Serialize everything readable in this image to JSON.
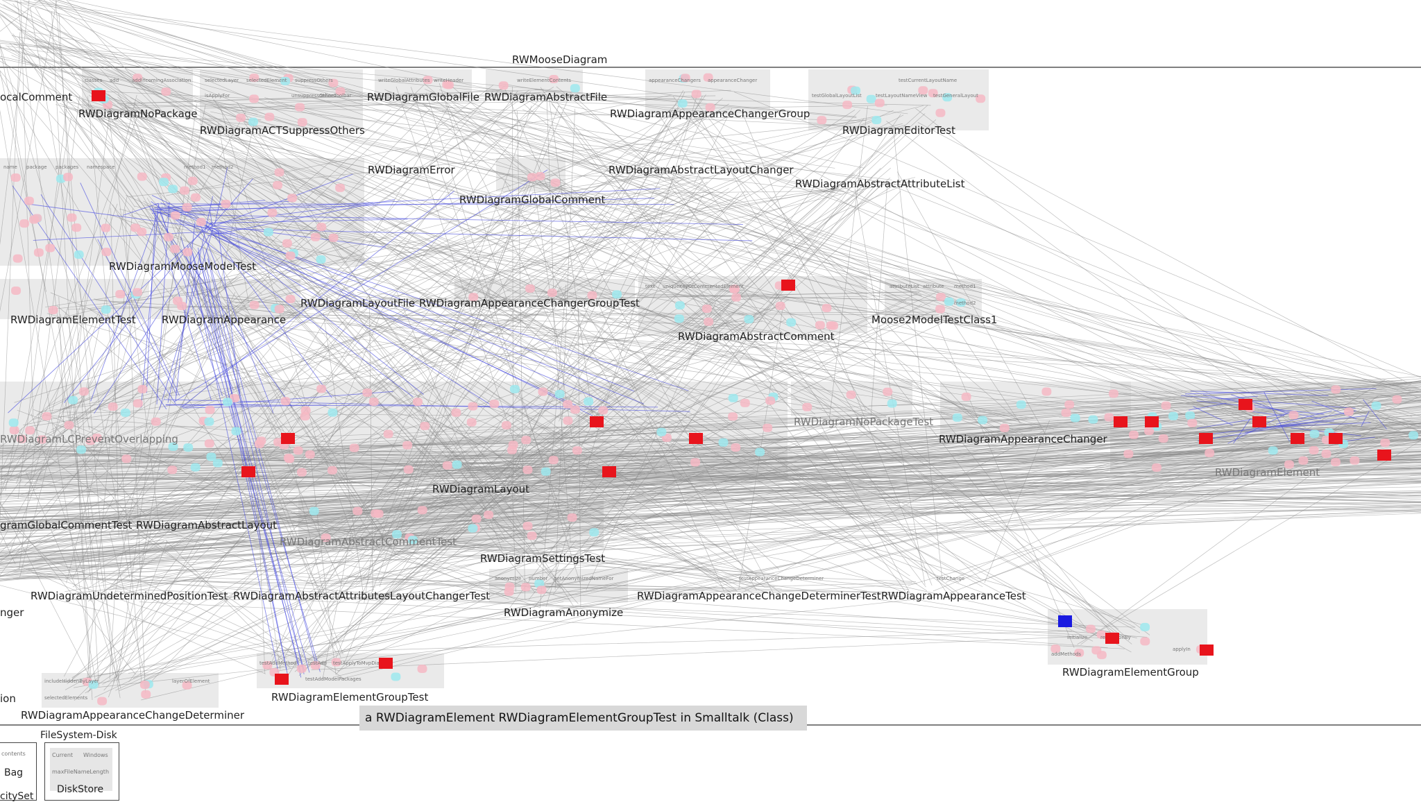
{
  "diagram_title": "RWMooseDiagram",
  "tooltip": "a RWDiagramElement RWDiagramElementGroupTest in Smalltalk (Class)",
  "colors": {
    "edge": "#8a8a8a",
    "edge_highlight": "#4a4ee0",
    "group": "#d9d9d9",
    "selected": "#e8141c",
    "focus": "#1a1ae0"
  },
  "labels": {
    "localComment": "ocalComment",
    "noPackage": "RWDiagramNoPackage",
    "actSuppress": "RWDiagramACTSuppressOthers",
    "globalFile": "RWDiagramGlobalFile",
    "abstractFile": "RWDiagramAbstractFile",
    "appearanceChangerGroup": "RWDiagramAppearanceChangerGroup",
    "editorTest": "RWDiagramEditorTest",
    "error": "RWDiagramError",
    "globalComment": "RWDiagramGlobalComment",
    "abstractLayoutChanger": "RWDiagramAbstractLayoutChanger",
    "abstractAttributeList": "RWDiagramAbstractAttributeList",
    "mooseModelTest": "RWDiagramMooseModelTest",
    "elementTest": "RWDiagramElementTest",
    "appearance": "RWDiagramAppearance",
    "layoutFile": "RWDiagramLayoutFile",
    "appearanceChangerGroupTest": "RWDiagramAppearanceChangerGroupTest",
    "abstractComment": "RWDiagramAbstractComment",
    "moose2ModelTestClass1": "Moose2ModelTestClass1",
    "noPackageTest": "RWDiagramNoPackageTest",
    "lcPreventOverlapping": "RWDiagramLCPreventOverlapping",
    "appearanceChanger": "RWDiagramAppearanceChanger",
    "element": "RWDiagramElement",
    "layout": "RWDiagramLayout",
    "globalCommentTest": "gramGlobalCommentTest",
    "abstractLayout": "RWDiagramAbstractLayout",
    "abstractCommentTest": "RWDiagramAbstractCommentTest",
    "settingsTest": "RWDiagramSettingsTest",
    "undeterminedPositionTest": "RWDiagramUndeterminedPositionTest",
    "abstractAttributesLayoutChangerTest": "RWDiagramAbstractAttributesLayoutChangerTest",
    "appearanceChangeDeterminerTest": "RWDiagramAppearanceChangeDeterminerTest",
    "appearanceTest": "RWDiagramAppearanceTest",
    "anonymize": "RWDiagramAnonymize",
    "nger": "nger",
    "elementGroup": "RWDiagramElementGroup",
    "ion": "ion",
    "elementGroupTest": "RWDiagramElementGroupTest",
    "appearanceChangeDeterminer": "RWDiagramAppearanceChangeDeterminer"
  },
  "methods": {
    "m1": "classes",
    "m2": "add",
    "m3": "addIncomingAssociation",
    "m4": "selectedLayer",
    "m5": "selectedElement",
    "m6": "suppressOthers",
    "m7": "isApplyFor",
    "m8": "unsuppressOthers",
    "m9": "onlineToolbar",
    "m10": "writeGlobalAttributes",
    "m11": "writeHeader",
    "m12": "writeElementContents",
    "m13": "appearanceChangers",
    "m14": "appearanceChanger",
    "m15": "testCurrentLayoutName",
    "m16": "testGlobalLayoutList",
    "m17": "testLayoutNameView",
    "m18": "testGeneralLayout",
    "m19": "name",
    "m20": "package",
    "m21": "packages",
    "m22": "namespace",
    "m23": "method1",
    "m24": "method2",
    "m25": "attributeList",
    "m26": "attribute",
    "m27": "method1",
    "m28": "method2",
    "m29": "text",
    "m30": "uniqueKeyOfCommentedElement",
    "m31": "testAppearanceChangeDeterminer",
    "m32": "testChange",
    "m33": "anonymize",
    "m34": "number",
    "m35": "getAnonymizedNameFor",
    "m36": "testAddMethod",
    "m37": "testAdd",
    "m38": "testApplyToMvpDiagram",
    "m39": "testAddModelPackages",
    "m40": "includeHiddenByLayer",
    "m41": "layerOfElement",
    "m42": "selectedElements",
    "m43": "initialize",
    "m44": "repositionBy",
    "m45": "addMethods",
    "m46": "applyIn"
  },
  "bottom": {
    "filesystem_title": "FileSystem-Disk",
    "bag_label": "Bag",
    "cityset_label": "citySet",
    "contents": "contents",
    "diskstore_label": "DiskStore",
    "current": "Current",
    "windows": "Windows",
    "max_filename": "maxFileNameLength"
  }
}
